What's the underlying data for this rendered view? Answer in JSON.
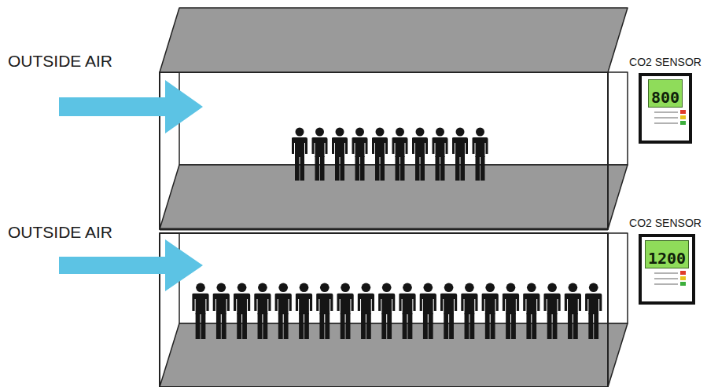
{
  "diagram": {
    "nodes": [
      {
        "text": [
          "CO2 SENSOR",
          "800"
        ]
      },
      {
        "text": [
          "CO2 SENSOR",
          "1200"
        ]
      }
    ],
    "labels": [
      "OUTSIDE AIR",
      "OUTSIDE AIR"
    ]
  }
}
